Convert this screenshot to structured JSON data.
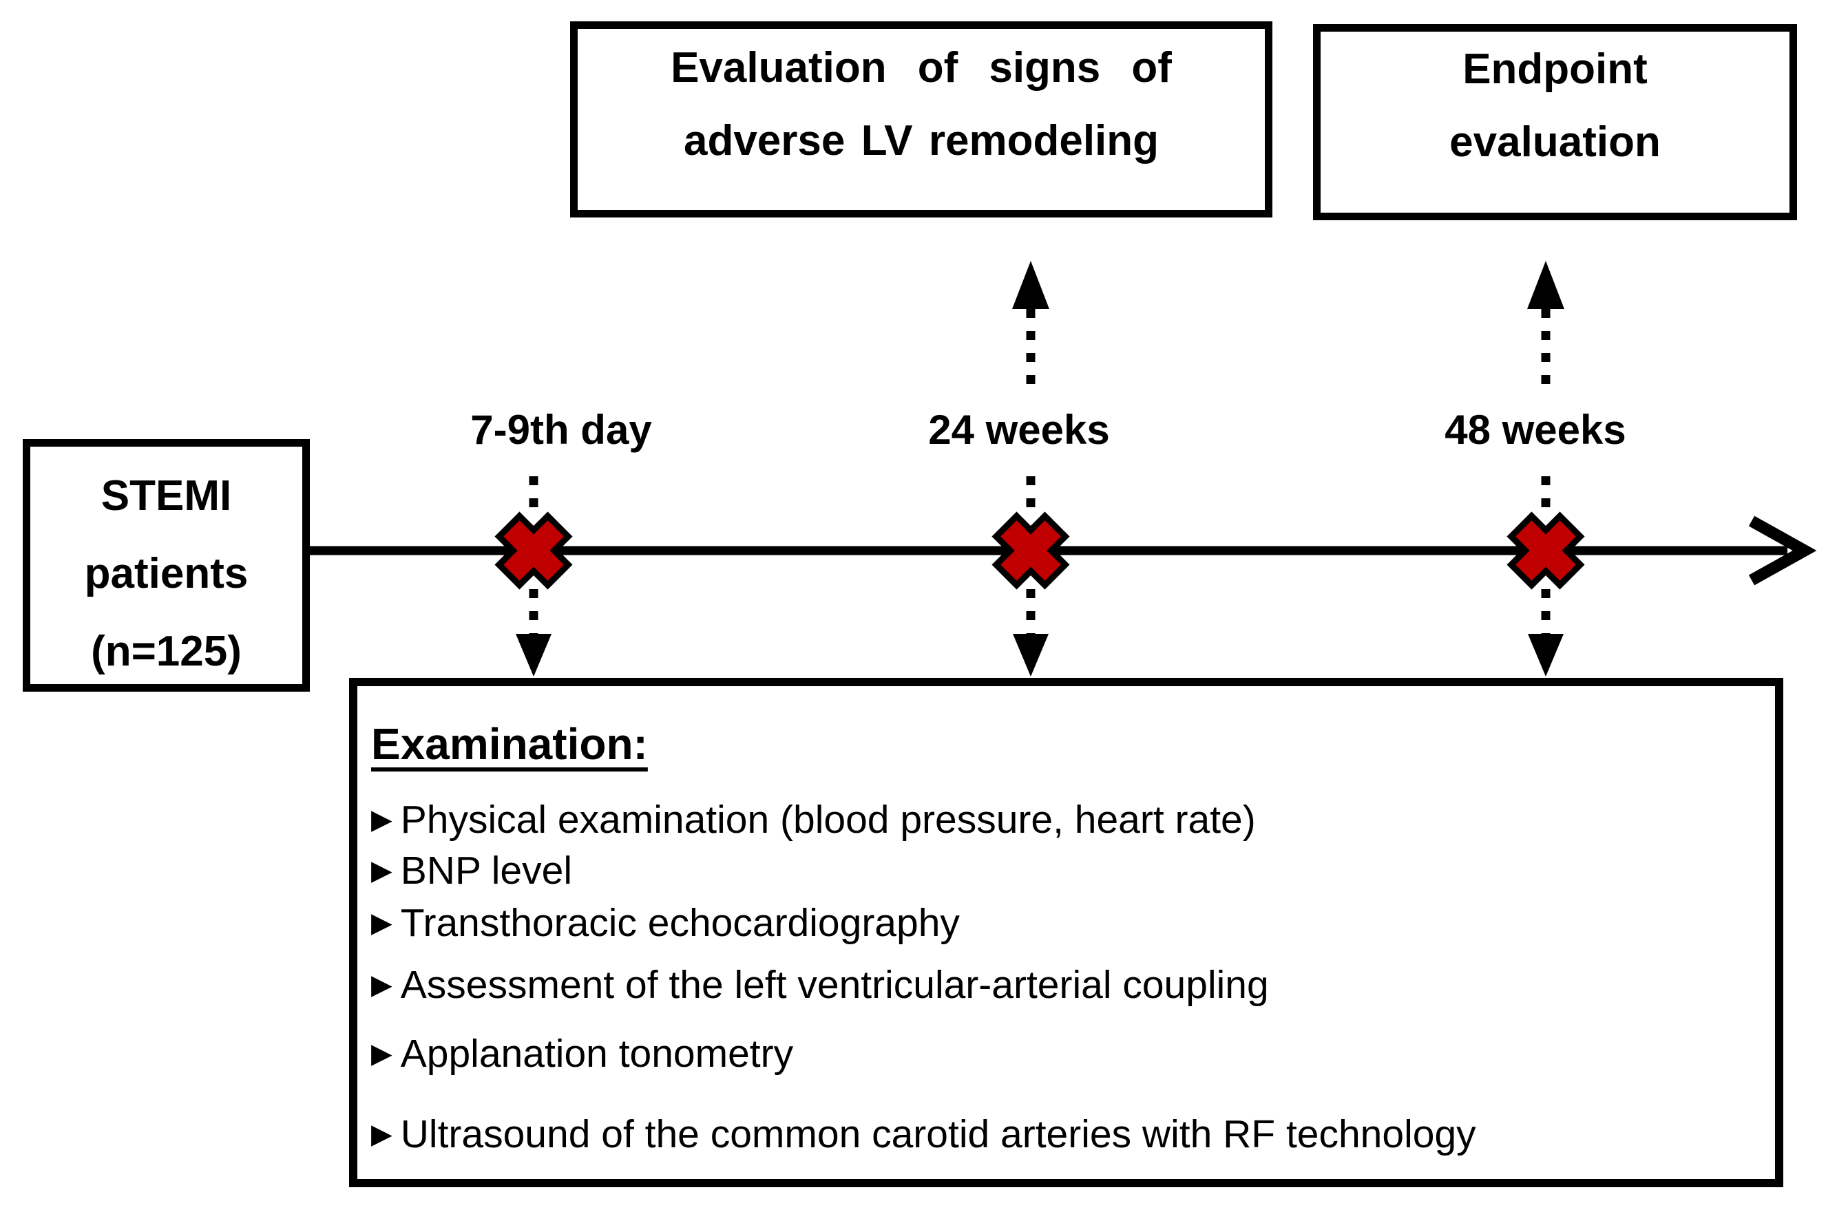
{
  "colors": {
    "marker_red": "#C00000",
    "line_black": "#000000",
    "background": "#FFFFFF"
  },
  "icons": {
    "bullet": "▶",
    "timepoint_marker": "red-x-cross",
    "timeline_end": "right-arrowhead",
    "connector_style": "dotted-line"
  },
  "evaluation_box": {
    "line1": "Evaluation of signs of",
    "line2": "adverse LV remodeling"
  },
  "endpoint_box": {
    "line1": "Endpoint",
    "line2": "evaluation"
  },
  "population_box": {
    "line1": "STEMI",
    "line2": "patients",
    "line3": "(n=125)"
  },
  "timeline": {
    "points": [
      {
        "label": "7-9th day"
      },
      {
        "label": "24 weeks"
      },
      {
        "label": "48 weeks"
      }
    ]
  },
  "examination_box": {
    "heading": "Examination:",
    "items": [
      "Physical examination (blood pressure, heart rate)",
      "BNP level",
      "Transthoracic echocardiography",
      "Assessment of the left ventricular-arterial coupling",
      "Applanation tonometry",
      "Ultrasound of the common carotid arteries with RF technology"
    ]
  }
}
